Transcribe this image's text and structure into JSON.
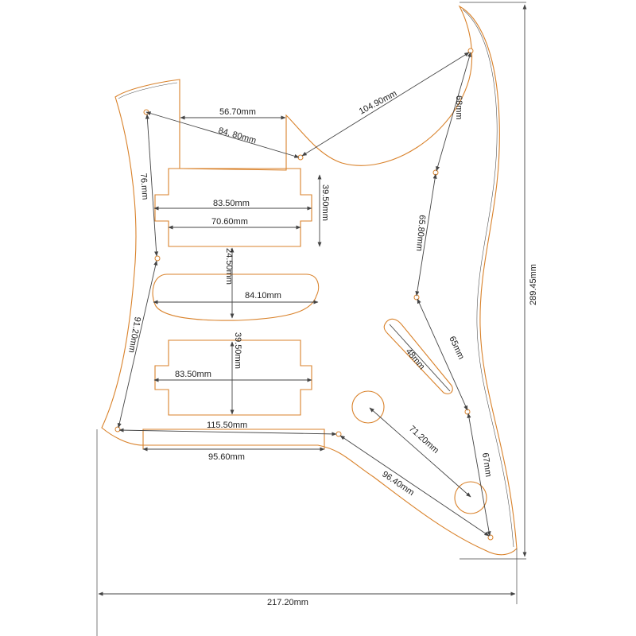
{
  "dimensions": {
    "overall_width": "217.20mm",
    "overall_height": "289.45mm",
    "top_neck_width": "56.70mm",
    "top_diagonal": "84. 80mm",
    "top_right_diagonal": "104.90mm",
    "right_upper": "68mm",
    "right_middle": "65.80mm",
    "right_lower": "65mm",
    "right_bottom": "67mm",
    "left_upper": "76.mm",
    "left_lower": "91.20mm",
    "neck_pickup_outer": "83.50mm",
    "neck_pickup_inner": "70.60mm",
    "neck_pickup_height": "39.50mm",
    "pickup_gap": "24.50mm",
    "middle_pickup_width": "84.10mm",
    "bridge_pickup_height": "39.50mm",
    "bridge_pickup_width": "83.50mm",
    "bottom_span": "115.50mm",
    "bottom_slot_width": "95.60mm",
    "bottom_diagonal": "96.40mm",
    "jack_to_control": "71.20mm",
    "switch_slot": "48mm"
  }
}
